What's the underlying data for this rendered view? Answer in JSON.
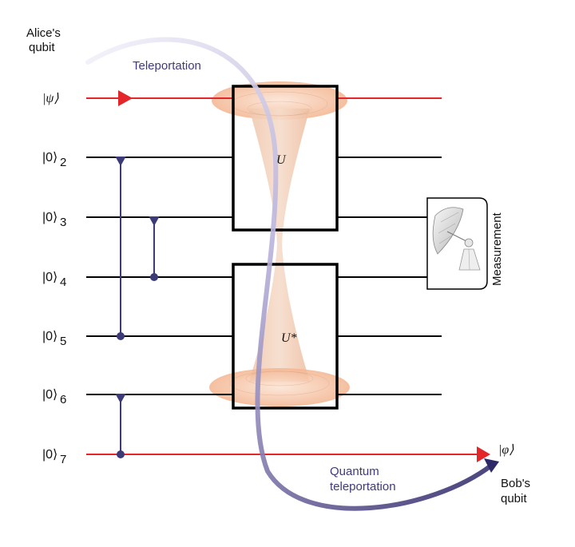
{
  "labels": {
    "alice_line1": "Alice's",
    "alice_line2": "qubit",
    "teleportation": "Teleportation",
    "psi": "|ψ⟩",
    "zero2": "|0⟩",
    "zero2_sub": "2",
    "zero3": "|0⟩",
    "zero3_sub": "3",
    "zero4": "|0⟩",
    "zero4_sub": "4",
    "zero5": "|0⟩",
    "zero5_sub": "5",
    "zero6": "|0⟩",
    "zero6_sub": "6",
    "zero7": "|0⟩",
    "zero7_sub": "7",
    "gate_u": "U",
    "gate_u_star": "U*",
    "measurement": "Measurement",
    "phi": "|φ⟩",
    "quantum_line1": "Quantum",
    "quantum_line2": "teleportation",
    "bob_line1": "Bob's",
    "bob_line2": "qubit"
  },
  "colors": {
    "wire": "#000000",
    "red_wire": "#e3262a",
    "connector": "#3d3a78",
    "wormhole": "#f2b28e",
    "path_start": "#efeef7",
    "path_end": "#2e2868",
    "teleport_text": "#3f3a7a"
  },
  "icons": {
    "measurement": "satellite-dish-icon"
  }
}
